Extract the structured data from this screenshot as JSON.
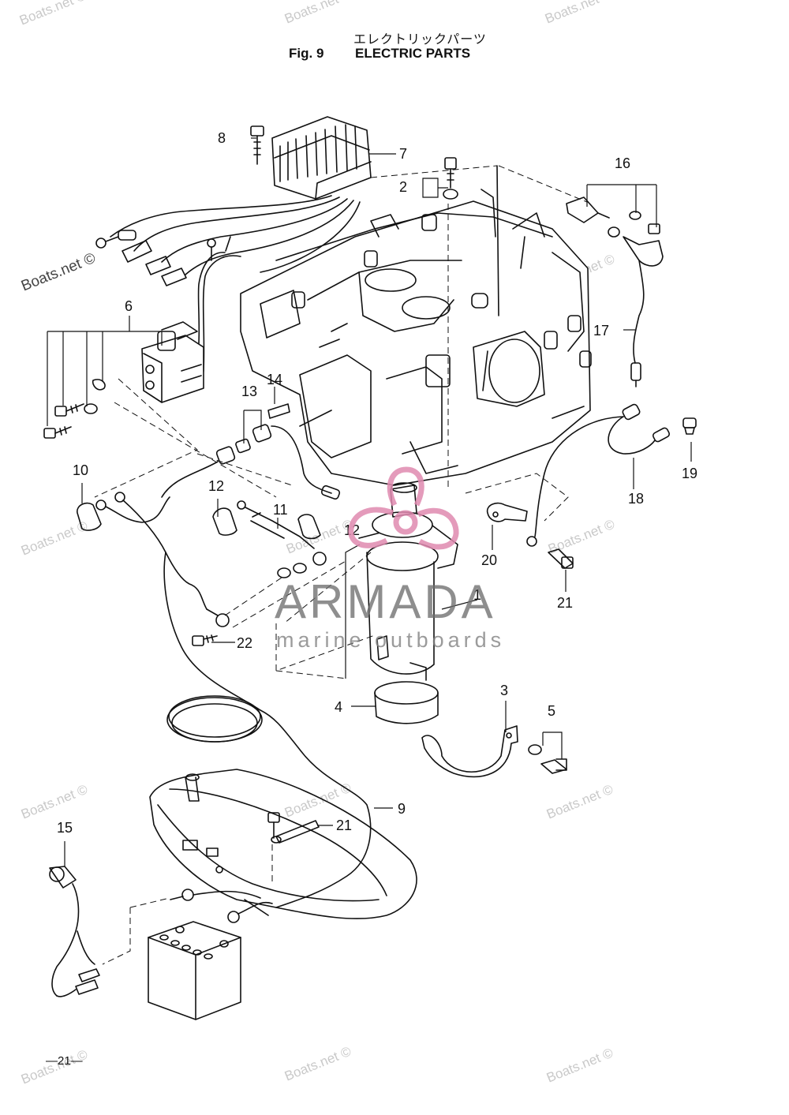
{
  "header": {
    "jp_title": "エレクトリックパーツ",
    "fig_label": "Fig. 9",
    "fig_title": "ELECTRIC PARTS"
  },
  "page_number": "—21—",
  "watermarks": {
    "text": "Boats.net ©",
    "dark_text": "Boats.net ©"
  },
  "logo": {
    "name": "ARMADA",
    "tagline": "marine outboards",
    "colors": {
      "petal": "#e08ab0",
      "text": "#6e6e6e"
    }
  },
  "callouts": [
    {
      "id": "c1",
      "label": "1"
    },
    {
      "id": "c2",
      "label": "2"
    },
    {
      "id": "c3",
      "label": "3"
    },
    {
      "id": "c4",
      "label": "4"
    },
    {
      "id": "c5",
      "label": "5"
    },
    {
      "id": "c6",
      "label": "6"
    },
    {
      "id": "c7",
      "label": "7"
    },
    {
      "id": "c8",
      "label": "8"
    },
    {
      "id": "c9",
      "label": "9"
    },
    {
      "id": "c10",
      "label": "10"
    },
    {
      "id": "c11",
      "label": "11"
    },
    {
      "id": "c12a",
      "label": "12"
    },
    {
      "id": "c12b",
      "label": "12"
    },
    {
      "id": "c13",
      "label": "13"
    },
    {
      "id": "c14",
      "label": "14"
    },
    {
      "id": "c15",
      "label": "15"
    },
    {
      "id": "c16",
      "label": "16"
    },
    {
      "id": "c17",
      "label": "17"
    },
    {
      "id": "c18",
      "label": "18"
    },
    {
      "id": "c19",
      "label": "19"
    },
    {
      "id": "c20",
      "label": "20"
    },
    {
      "id": "c21a",
      "label": "21"
    },
    {
      "id": "c21b",
      "label": "21"
    },
    {
      "id": "c22",
      "label": "22"
    }
  ]
}
